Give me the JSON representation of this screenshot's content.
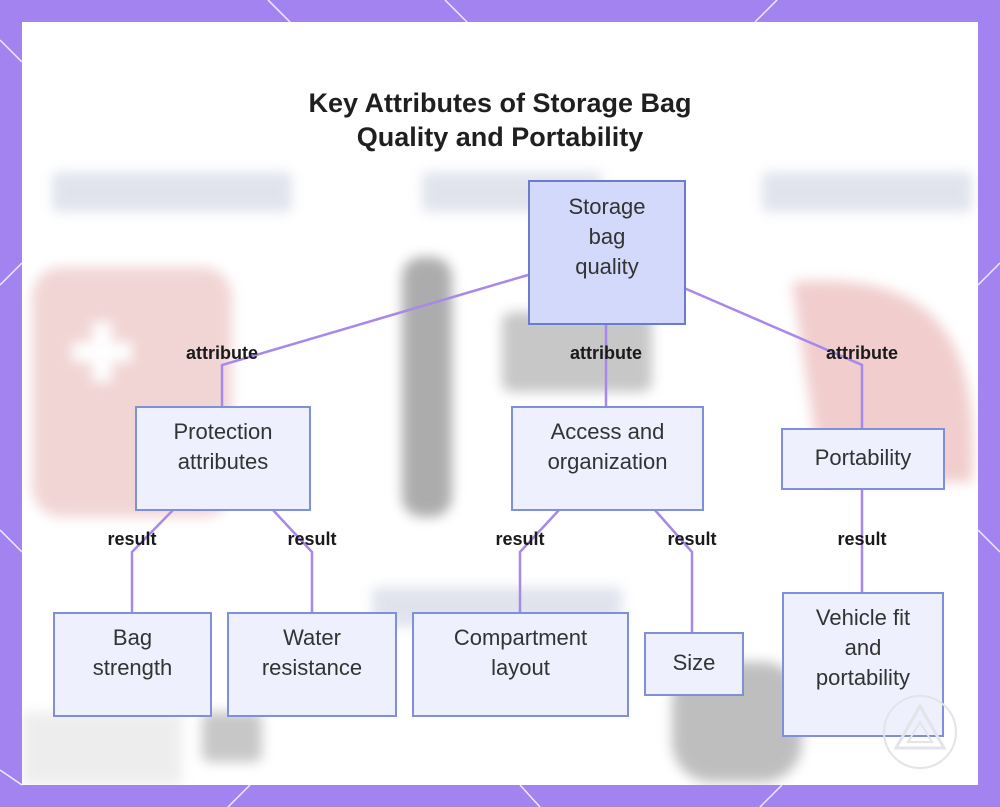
{
  "title": "Key Attributes of Storage Bag\nQuality and Portability",
  "nodes": {
    "root": "Storage\nbag\nquality",
    "protection": "Protection\nattributes",
    "access": "Access and\norganization",
    "portability": "Portability",
    "bag_strength": "Bag\nstrength",
    "water_resistance": "Water\nresistance",
    "compartment_layout": "Compartment\nlayout",
    "size": "Size",
    "vehicle_fit": "Vehicle fit\nand\nportability"
  },
  "edge_labels": {
    "root_protection": "attribute",
    "root_access": "attribute",
    "root_portability": "attribute",
    "protection_strength": "result",
    "protection_water": "result",
    "access_compartment": "result",
    "access_size": "result",
    "portability_vehicle": "result"
  },
  "colors": {
    "frame": "#a283f0",
    "edge": "#a888e8",
    "node_fill": "#eef1fd",
    "root_fill": "#d3d9fa",
    "node_border": "#7f8fd8"
  },
  "icons": {
    "logo": "triangle-logo-icon"
  }
}
